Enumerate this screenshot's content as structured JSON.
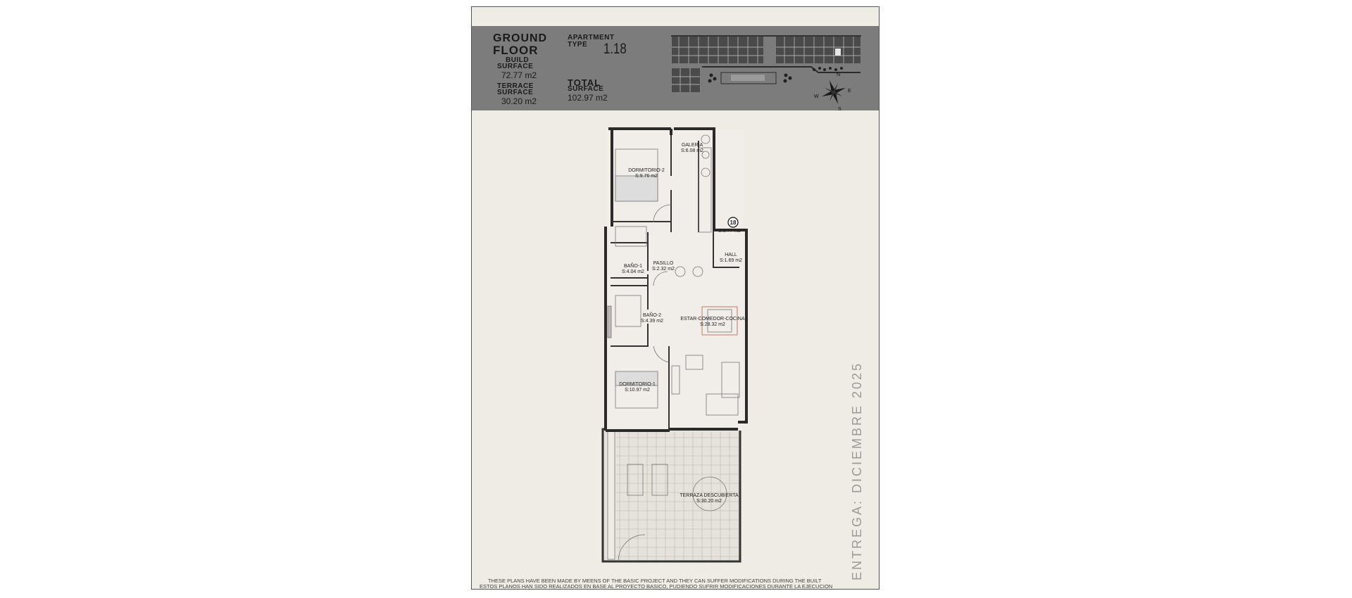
{
  "header": {
    "floor_line1": "GROUND",
    "floor_line2": "FLOOR",
    "apartment_label": "APARTMENT",
    "type_label": "TYPE",
    "type_value": "1.18",
    "build_line1": "BUILD",
    "build_line2": "SURFACE",
    "build_value": "72.77 m2",
    "terrace_line1": "TERRACE",
    "terrace_line2": "SURFACE",
    "terrace_value": "30.20 m2",
    "total_line1": "TOTAL",
    "total_line2": "SURFACE",
    "total_value": "102.97 m2"
  },
  "rooms": {
    "galeria": {
      "name": "GALERIA",
      "area": "S:6.08 m2"
    },
    "dormitorio2": {
      "name": "DORMITORIO-2",
      "area": "S:9.76 m2"
    },
    "unit_number": "18",
    "unit_area": "S:3.77 m2",
    "hall": {
      "name": "HALL",
      "area": "S:1.69 m2"
    },
    "bano1": {
      "name": "BAÑO-1",
      "area": "S:4.04 m2"
    },
    "pasillo": {
      "name": "PASILLO",
      "area": "S:2.32 m2"
    },
    "bano2": {
      "name": "BAÑO-2",
      "area": "S:4.39 m2"
    },
    "estar": {
      "name": "ESTAR-COMEDOR-COCINA",
      "area": "S:28.32 m2"
    },
    "dormitorio1": {
      "name": "DORMITORIO-1",
      "area": "S:10.97 m2"
    },
    "terraza": {
      "name": "TERRAZA DESCUBIERTA",
      "area": "S:30.20 m2"
    }
  },
  "compass": {
    "n": "N",
    "e": "E",
    "s": "S",
    "w": "W"
  },
  "delivery": "ENTREGA: DICIEMBRE 2025",
  "footer": {
    "line1": "THESE PLANS HAVE BEEN MADE BY MEENS OF THE BASIC PROJECT AND THEY CAN SUFFER MODIFICATIONS DURING THE BUILT",
    "line2": "ESTOS PLANOS HAN SIDO REALIZADOS EN BASE AL PROYECTO BASICO, PUDIENDO SUFRIR MODIFICACIONES DURANTE LA EJECUCION"
  },
  "colors": {
    "header_bg": "#7c7c7c",
    "sheet_bg": "#efebe5",
    "wall": "#2a2a2a"
  }
}
